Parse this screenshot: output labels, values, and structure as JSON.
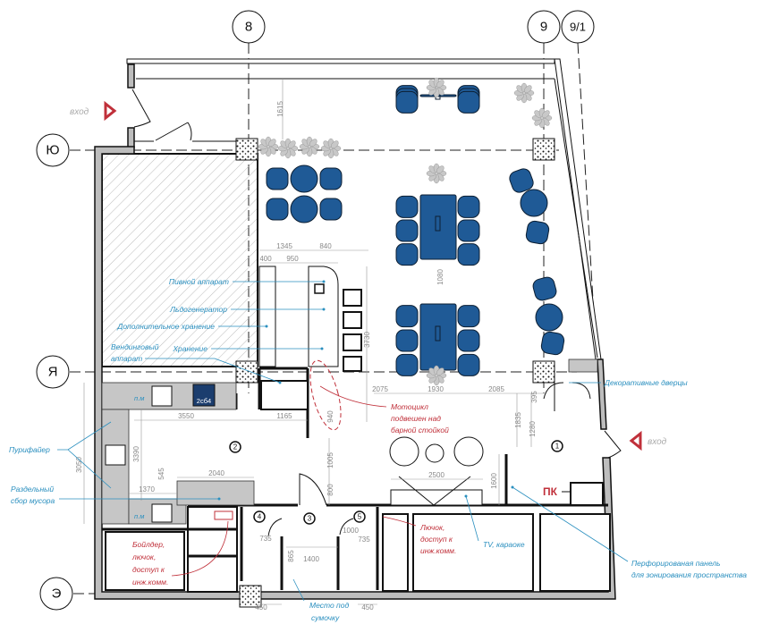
{
  "axes": {
    "a8": "8",
    "a9": "9",
    "a91": "9/1",
    "yu": "Ю",
    "ya": "Я",
    "e": "Э"
  },
  "entries": [
    "вход",
    "вход"
  ],
  "rooms": [
    "1",
    "2",
    "3",
    "4",
    "5"
  ],
  "dimensions": [
    "1615",
    "1345",
    "840",
    "400",
    "950",
    "3730",
    "1080",
    "2075",
    "1930",
    "2085",
    "1165",
    "3550",
    "3390",
    "3050",
    "545",
    "2040",
    "1370",
    "1005",
    "800",
    "2500",
    "1600",
    "1835",
    "1280",
    "395",
    "735",
    "735",
    "1000",
    "865",
    "1400",
    "450",
    "450",
    "940"
  ],
  "fixture_marks": {
    "sink1": "п.м",
    "sink2": "п.м",
    "oven": "2сб4"
  },
  "labels": {
    "beer": "Пивной аппарат",
    "ice": "Льдогенератор",
    "extra_storage": "Дополнительное хранение",
    "storage": "Хранение",
    "vending": [
      "Вендинговый",
      "аппарат"
    ],
    "purifier": "Пурифайер",
    "waste": [
      "Раздельный",
      "сбор мусора"
    ],
    "bag": [
      "Место под",
      "сумочку"
    ],
    "tv": "TV, караоке",
    "panel": [
      "Перфорированая панель",
      "для зонирования пространства"
    ],
    "doors": "Декоративные дверцы"
  },
  "notes": {
    "moto": [
      "Мотоцикл",
      "подвешен над",
      "барной стойкой"
    ],
    "boiler": [
      "Бойлдер,",
      "лючок,",
      "доступ к",
      "инж.комм."
    ],
    "hatch": [
      "Лючок,",
      "доступ к",
      "инж.комм."
    ],
    "pk": "ПК"
  },
  "colors": {
    "furniture": "#1f5a96",
    "label": "#2a8fbf",
    "note": "#c0303a"
  }
}
